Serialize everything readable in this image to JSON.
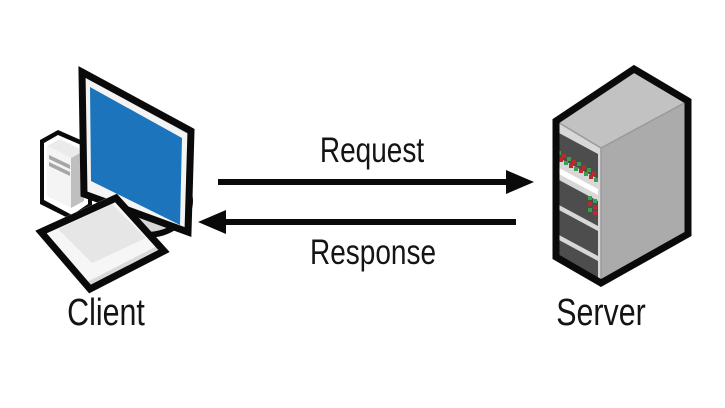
{
  "diagram": {
    "type": "client-server-communication",
    "nodes": [
      {
        "id": "client",
        "label": "Client",
        "icon": "desktop-computer-icon",
        "side": "left"
      },
      {
        "id": "server",
        "label": "Server",
        "icon": "server-tower-icon",
        "side": "right"
      }
    ],
    "arrows": [
      {
        "id": "request",
        "label": "Request",
        "from": "client",
        "to": "server",
        "direction": "right"
      },
      {
        "id": "response",
        "label": "Response",
        "from": "server",
        "to": "client",
        "direction": "left"
      }
    ],
    "colors": {
      "background": "#ffffff",
      "outline": "#0a0a0a",
      "text": "#141414",
      "screen_blue": "#1c75bc",
      "led_red": "#c1272d",
      "led_green": "#3aa047",
      "server_front": "#d8d8d8",
      "server_side": "#ababab",
      "server_top": "#c2c2c2",
      "panel_dark": "#4d4d4d"
    }
  }
}
